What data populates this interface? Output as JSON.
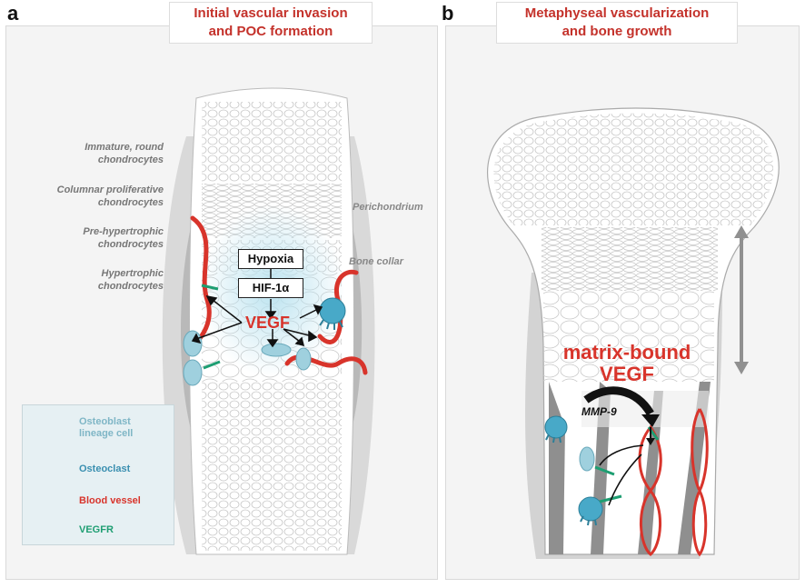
{
  "panel_a": {
    "letter": "a",
    "title": [
      "Initial vascular invasion",
      "and POC formation"
    ],
    "zone_labels": [
      [
        "Immature, round",
        "chondrocytes"
      ],
      [
        "Columnar proliferative",
        "chondrocytes"
      ],
      [
        "Pre-hypertrophic",
        "chondrocytes"
      ],
      [
        "Hypertrophic",
        "chondrocytes"
      ]
    ],
    "perichondrium": "Perichondrium",
    "bone_collar": "Bone collar",
    "hypoxia": "Hypoxia",
    "hif": "HIF-1α",
    "vegf": "VEGF"
  },
  "panel_b": {
    "letter": "b",
    "title": [
      "Metaphyseal vascularization",
      "and bone growth"
    ],
    "matrix_bound": [
      "matrix-bound",
      "VEGF"
    ],
    "mmp": "MMP-9"
  },
  "legend": {
    "osteoblast": [
      "Osteoblast",
      "lineage cell"
    ],
    "osteoclast": "Osteoclast",
    "vessel": "Blood vessel",
    "vegfr": "VEGFR"
  },
  "colors": {
    "title_red": "#c4322b",
    "vegf_red": "#d8342b",
    "vessel_red": "#d8342b",
    "cell_blue": "#9fd0de",
    "osteoclast_blue": "#48a9c8",
    "receptor_green": "#1e9e72"
  }
}
